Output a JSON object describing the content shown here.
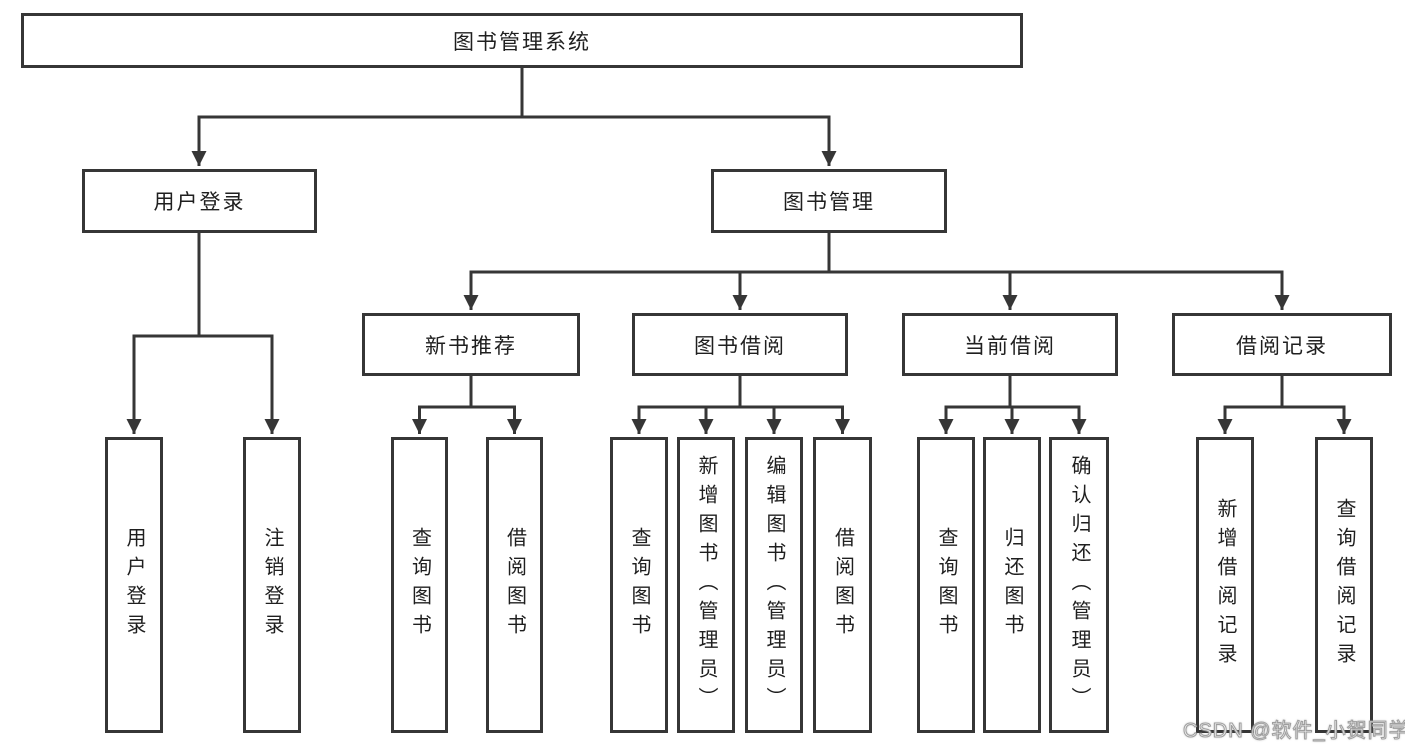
{
  "diagram": {
    "root": {
      "label": "图书管理系统"
    },
    "level2": [
      {
        "label": "用户登录"
      },
      {
        "label": "图书管理"
      }
    ],
    "level3": [
      {
        "label": "新书推荐"
      },
      {
        "label": "图书借阅"
      },
      {
        "label": "当前借阅"
      },
      {
        "label": "借阅记录"
      }
    ],
    "login_children": [
      {
        "label": "用户登录"
      },
      {
        "label": "注销登录"
      }
    ],
    "recommend_children": [
      {
        "label": "查询图书"
      },
      {
        "label": "借阅图书"
      }
    ],
    "borrow_children": [
      {
        "label": "查询图书"
      },
      {
        "label": "新增图书（管理员）"
      },
      {
        "label": "编辑图书（管理员）"
      },
      {
        "label": "借阅图书"
      }
    ],
    "current_children": [
      {
        "label": "查询图书"
      },
      {
        "label": "归还图书"
      },
      {
        "label": "确认归还（管理员）"
      }
    ],
    "records_children": [
      {
        "label": "新增借阅记录"
      },
      {
        "label": "查询借阅记录"
      }
    ]
  },
  "watermark": {
    "text": "CSDN @软件_小贺同学"
  },
  "colors": {
    "line": "#363636",
    "text": "#1f1f1f",
    "background": "#ffffff",
    "watermark": "#9e9e9e"
  }
}
